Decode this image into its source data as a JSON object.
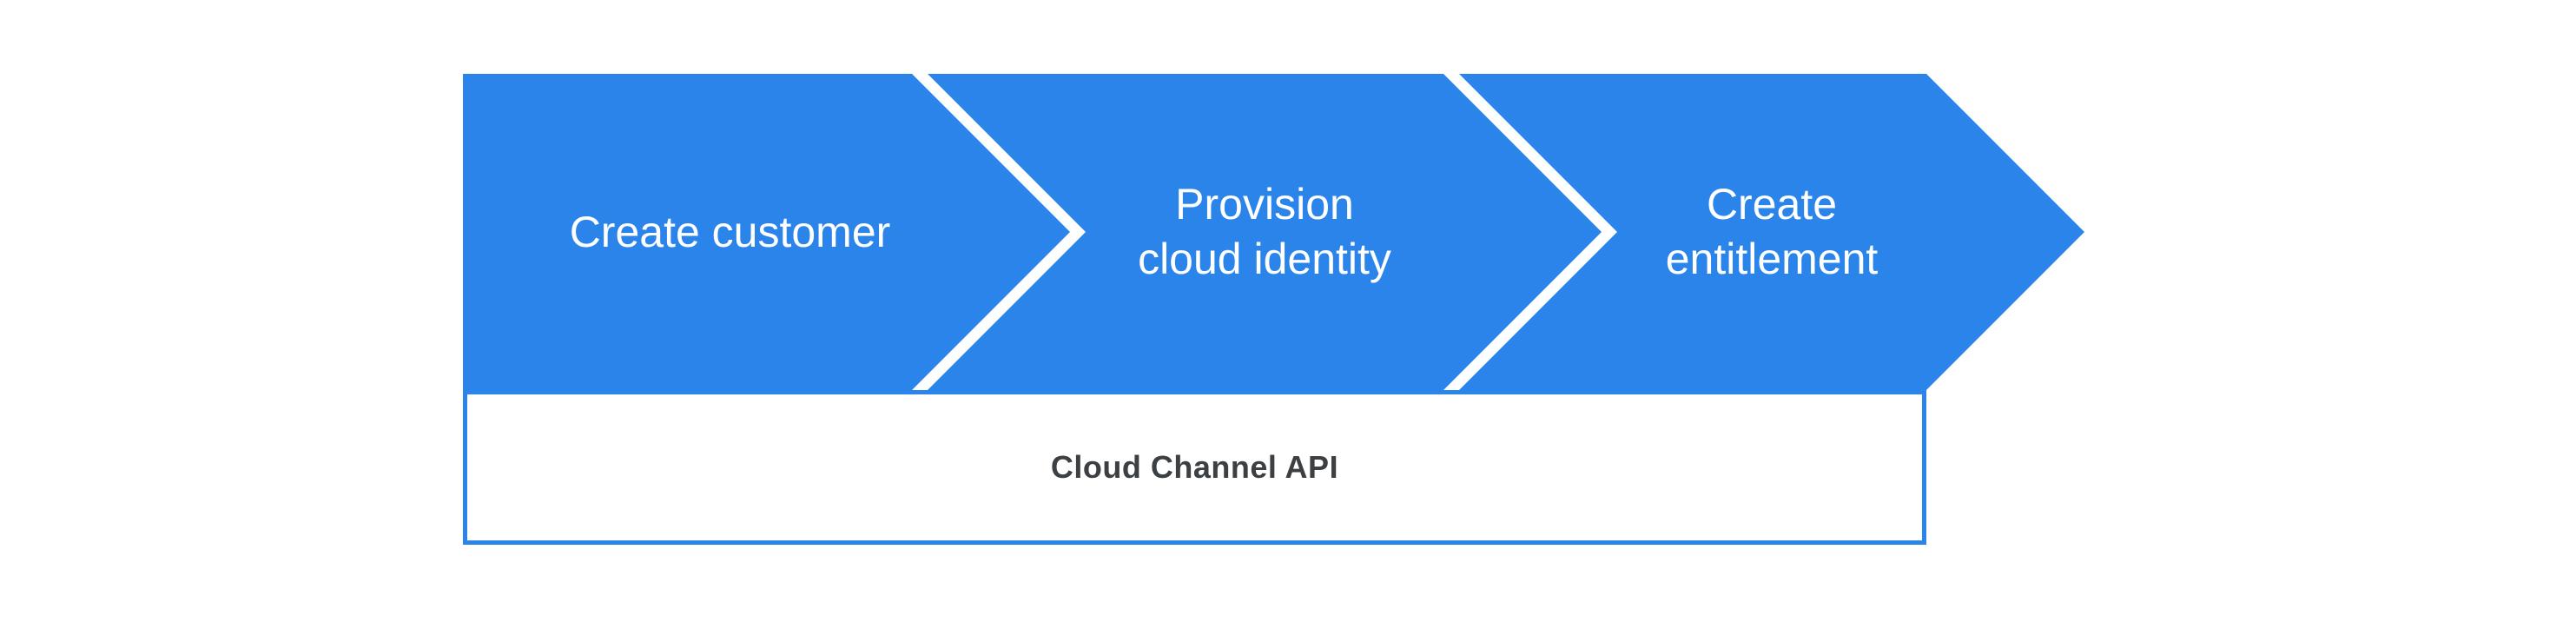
{
  "diagram": {
    "steps": [
      {
        "lines": [
          "Create customer"
        ]
      },
      {
        "lines": [
          "Provision",
          "cloud identity"
        ]
      },
      {
        "lines": [
          "Create",
          "entitlement"
        ]
      }
    ],
    "api_box": {
      "label": "Cloud Channel API"
    },
    "colors": {
      "chevron_fill": "#2B84EA",
      "chevron_text": "#FFFFFF",
      "box_border": "#2B84EA",
      "box_background": "#FFFFFF",
      "box_text": "#3C4043",
      "page_background": "#FFFFFF"
    }
  }
}
